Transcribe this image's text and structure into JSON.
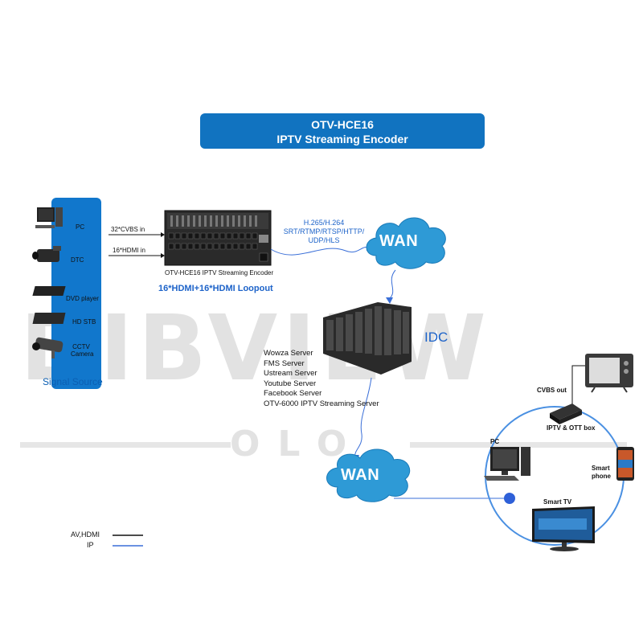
{
  "title": {
    "line1": "OTV-HCE16",
    "line2": "IPTV Streaming Encoder"
  },
  "watermark": {
    "main": "DIBVIEW",
    "sub": "OLO"
  },
  "signal_source": {
    "label": "Signal Source",
    "items": [
      {
        "label": "PC",
        "icon": "pc-icon"
      },
      {
        "label": "DTC",
        "icon": "camcorder-icon"
      },
      {
        "label": "DVD player",
        "icon": "dvd-player-icon"
      },
      {
        "label": "HD STB",
        "icon": "stb-icon"
      },
      {
        "label": "CCTV Camera",
        "icon": "cctv-camera-icon"
      }
    ]
  },
  "inputs": {
    "cvbs": "32*CVBS in",
    "hdmi": "16*HDMI in"
  },
  "encoder": {
    "caption": "OTV-HCE16 IPTV Streaming Encoder",
    "loopout": "16*HDMI+16*HDMI Loopout"
  },
  "protocols": {
    "line1": "H.265/H.264",
    "line2": "SRT/RTMP/RTSP/HTTP/",
    "line3": "UDP/HLS"
  },
  "wan_top": "WAN",
  "wan_bottom": "WAN",
  "idc": "IDC",
  "servers": [
    "Wowza Server",
    "FMS Server",
    "Ustream Server",
    "Youtube Server",
    "Facebook Server",
    "OTV-6000 IPTV Streaming Server"
  ],
  "clients": {
    "cvbs_out": "CVBS out",
    "ott_box": "IPTV & OTT box",
    "pc": "PC",
    "smart_phone": "Smart phone",
    "smart_tv": "Smart TV"
  },
  "legend": {
    "av_hdmi": "AV,HDMI",
    "ip": "IP"
  },
  "colors": {
    "brand_blue": "#1173c0",
    "ip_line": "#3a6fd8",
    "text_blue": "#1d63c9"
  }
}
